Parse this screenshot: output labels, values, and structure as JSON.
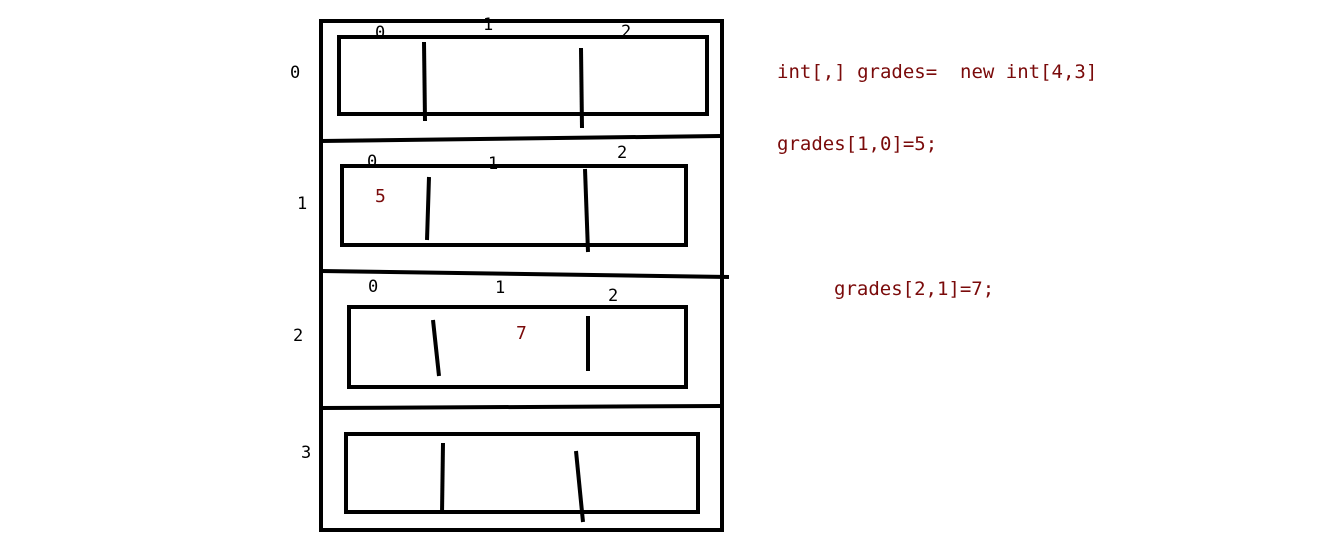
{
  "colors": {
    "ink": "#000000",
    "code": "#7a0a0a"
  },
  "rows": [
    {
      "index": "0",
      "columns": [
        "0",
        "1",
        "2"
      ],
      "values": [
        "",
        "",
        ""
      ]
    },
    {
      "index": "1",
      "columns": [
        "0",
        "1",
        "2"
      ],
      "values": [
        "5",
        "",
        ""
      ]
    },
    {
      "index": "2",
      "columns": [
        "0",
        "1",
        "2"
      ],
      "values": [
        "",
        "7",
        ""
      ]
    },
    {
      "index": "3",
      "columns": [],
      "values": [
        "",
        "",
        ""
      ]
    }
  ],
  "code": {
    "declaration": "int[,] grades=  new int[4,3]",
    "assign_1": "grades[1,0]=5;",
    "assign_2": "grades[2,1]=7;"
  }
}
